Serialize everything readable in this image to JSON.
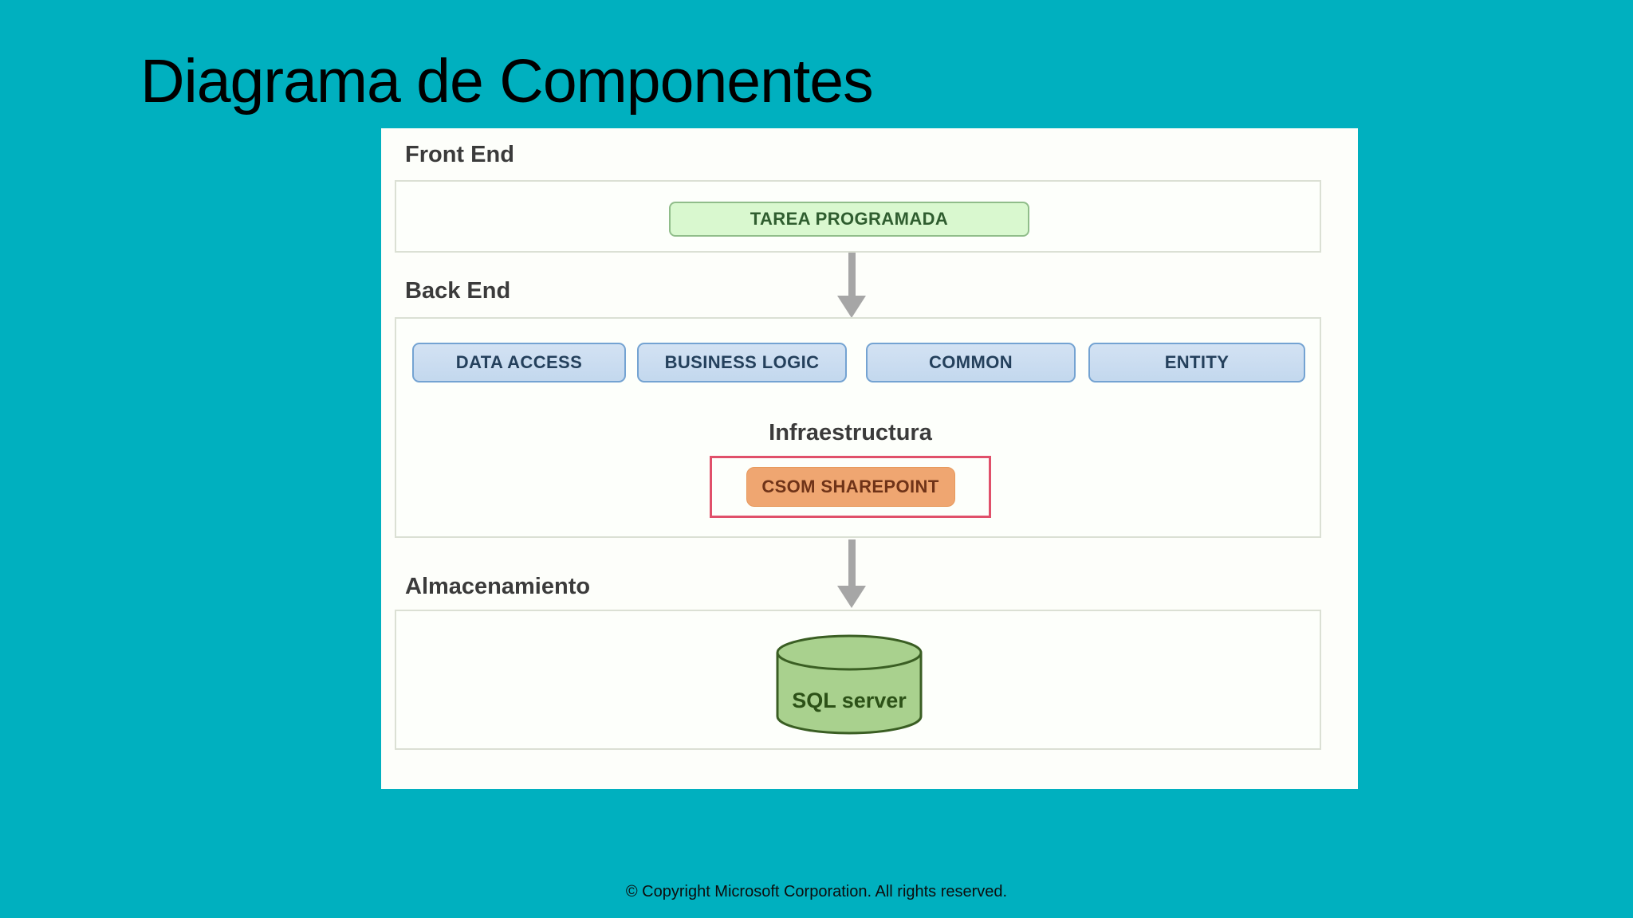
{
  "slide": {
    "title": "Diagrama de Componentes",
    "footer": "© Copyright Microsoft Corporation. All rights reserved."
  },
  "diagram": {
    "front_end": {
      "label": "Front End",
      "component": "TAREA PROGRAMADA"
    },
    "back_end": {
      "label": "Back End",
      "components": [
        "DATA ACCESS",
        "BUSINESS LOGIC",
        "COMMON",
        "ENTITY"
      ],
      "infrastructure_label": "Infraestructura",
      "infrastructure_component": "CSOM SHAREPOINT"
    },
    "storage": {
      "label": "Almacenamiento",
      "database_label": "SQL server"
    }
  },
  "colors": {
    "slide_background": "#00b0bf",
    "panel_background": "#fdfefa",
    "section_border": "#dbe0d4",
    "green_component_fill": "#d9f8cf",
    "green_component_border": "#90bd8a",
    "green_component_text": "#2f5d2f",
    "blue_component_fill": "#c3d8ee",
    "blue_component_border": "#74a3d2",
    "blue_component_text": "#24405c",
    "orange_component_fill": "#efa671",
    "orange_component_text": "#6f3318",
    "highlight_border": "#e0506a",
    "cylinder_fill": "#a9d18e",
    "cylinder_stroke": "#3a5e23",
    "cylinder_text": "#2c5117",
    "arrow": "#a6a6a6",
    "label_text": "#3b3b3b",
    "title_text": "#000000"
  }
}
